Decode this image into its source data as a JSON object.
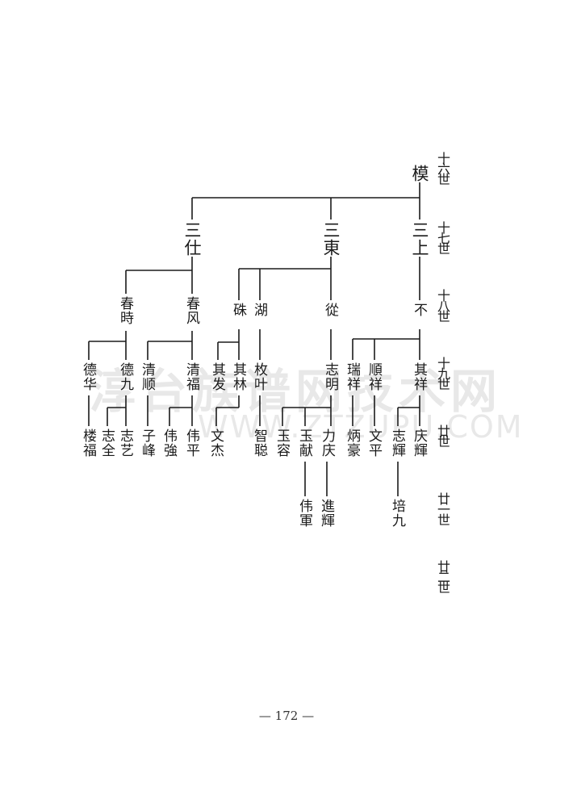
{
  "watermark": {
    "text": "淳台族谱网技术网",
    "url": "WWW.ZTZUPU.COM"
  },
  "generation_labels": [
    "十六世",
    "十七世",
    "十八世",
    "十九世",
    "廿世",
    "廿一世",
    "廿二世"
  ],
  "page_number": "— 172 —",
  "people": {
    "p_mo": "模",
    "p_sanshi": "三仕",
    "p_sandong": "三東",
    "p_sanshang": "三上",
    "p_chunshi": "春時",
    "p_chunfeng": "春风",
    "p_ci": "硃",
    "p_hu": "湖",
    "p_cong": "從",
    "p_bu": "不",
    "p_dehua": "德华",
    "p_dejiu": "德九",
    "p_qingshun": "清顺",
    "p_qingfu": "清福",
    "p_qifa": "其发",
    "p_qilin": "其林",
    "p_meiye": "枚叶",
    "p_zhiming": "志明",
    "p_ruixiang": "瑞祥",
    "p_shunxiang": "順祥",
    "p_qixiang": "其祥",
    "p_loufu": "楼福",
    "p_zhiquan": "志全",
    "p_zhiyi": "志艺",
    "p_zifeng": "子峰",
    "p_weiqiang": "伟強",
    "p_weiping": "伟平",
    "p_wenjie": "文杰",
    "p_zhicong": "智聪",
    "p_yurong": "玉容",
    "p_yuxian": "玉献",
    "p_liqing": "力庆",
    "p_yanhao": "炳豪",
    "p_wenping": "文平",
    "p_zhihui_a": "志輝",
    "p_qinghui": "庆輝",
    "p_weijun": "伟軍",
    "p_jinhui": "進輝",
    "p_peijiu": "培九"
  }
}
